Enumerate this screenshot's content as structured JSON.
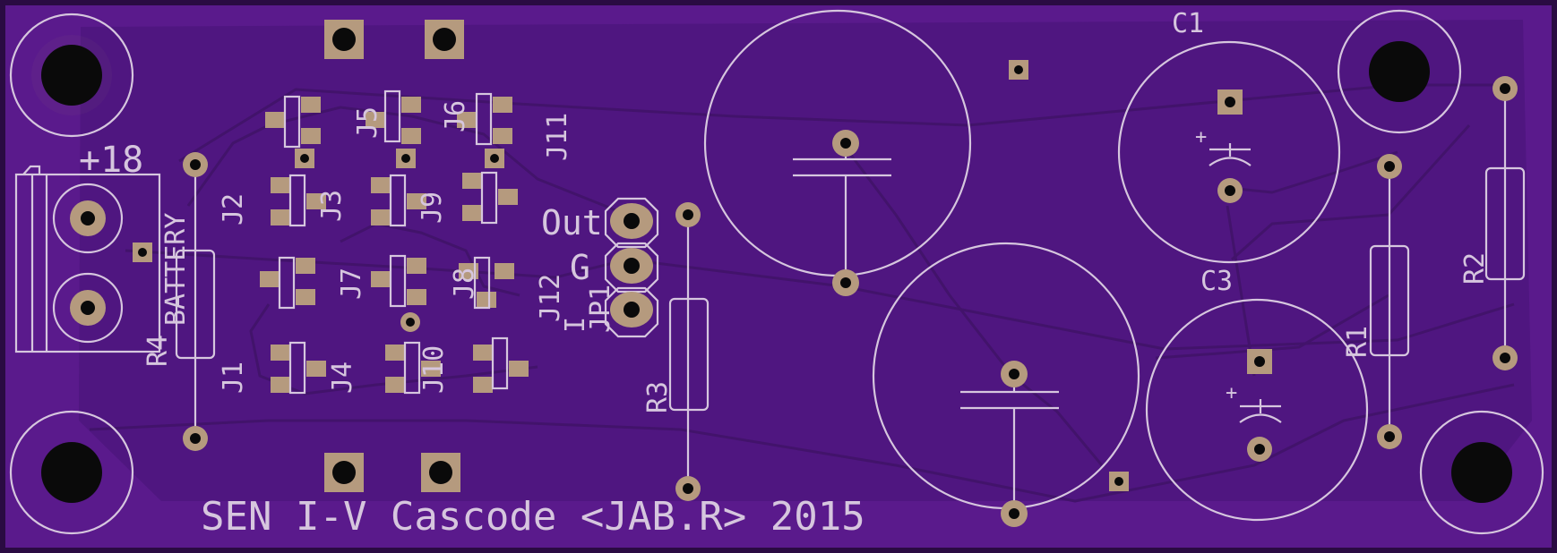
{
  "board": {
    "title_text": "SEN I-V Cascode <JAB.R> 2015",
    "colors": {
      "substrate_edge": "#3a0f5a",
      "board": "#5a1a8c",
      "copper_pour": "#4f1680",
      "trace": "#42136b",
      "silkscreen": "#d6c6de",
      "pad": "#b59a7e"
    }
  },
  "labels": {
    "plus18": "+18",
    "battery": "BATTERY",
    "r4": "R4",
    "j1": "J1",
    "j2": "J2",
    "j3": "J3",
    "j4": "J4",
    "j5": "J5",
    "j6": "J6",
    "j7": "J7",
    "j8": "J8",
    "j9": "J9",
    "j10": "J10",
    "j11": "J11",
    "j12": "J12",
    "out": "Out",
    "g": "G",
    "i": "I",
    "jp1": "JP1",
    "r3": "R3",
    "c1": "C1",
    "c3": "C3",
    "r1": "R1",
    "r2": "R2",
    "plus_a": "+",
    "plus_b": "+"
  }
}
